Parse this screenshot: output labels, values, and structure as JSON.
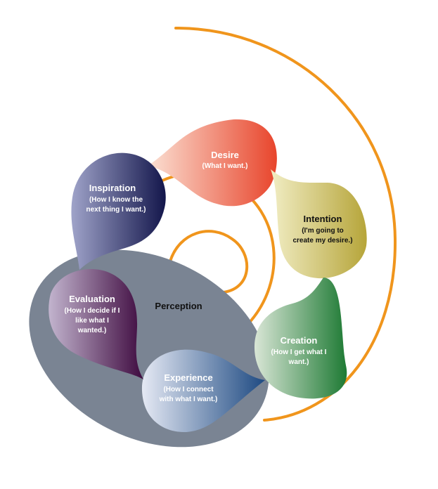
{
  "perception": {
    "label": "Perception"
  },
  "stages": [
    {
      "id": "desire",
      "title": "Desire",
      "sub": [
        "(What I want.)"
      ]
    },
    {
      "id": "intention",
      "title": "Intention",
      "sub": [
        "(I'm going to",
        "create my desire.)"
      ]
    },
    {
      "id": "creation",
      "title": "Creation",
      "sub": [
        "(How I get what I",
        "want.)"
      ]
    },
    {
      "id": "experience",
      "title": "Experience",
      "sub": [
        "(How I connect",
        "with what I want.)"
      ]
    },
    {
      "id": "evaluation",
      "title": "Evaluation",
      "sub": [
        "(How I decide if I",
        "like what I",
        "wanted.)"
      ]
    },
    {
      "id": "inspiration",
      "title": "Inspiration",
      "sub": [
        "(How I know the",
        "next thing I want.)"
      ]
    }
  ],
  "colors": {
    "spiral": "#F0951C",
    "perception": "#7A8493",
    "desire": [
      "#FBE1D4",
      "#E8452C"
    ],
    "intention": [
      "#F1EDC4",
      "#B6A53A"
    ],
    "creation": [
      "#D9E6D6",
      "#1E7A34"
    ],
    "experience": [
      "#E5E9F4",
      "#1E4A82"
    ],
    "evaluation": [
      "#C2B4CE",
      "#3E0A3F"
    ],
    "inspiration": [
      "#9FA3C9",
      "#13164B"
    ]
  }
}
